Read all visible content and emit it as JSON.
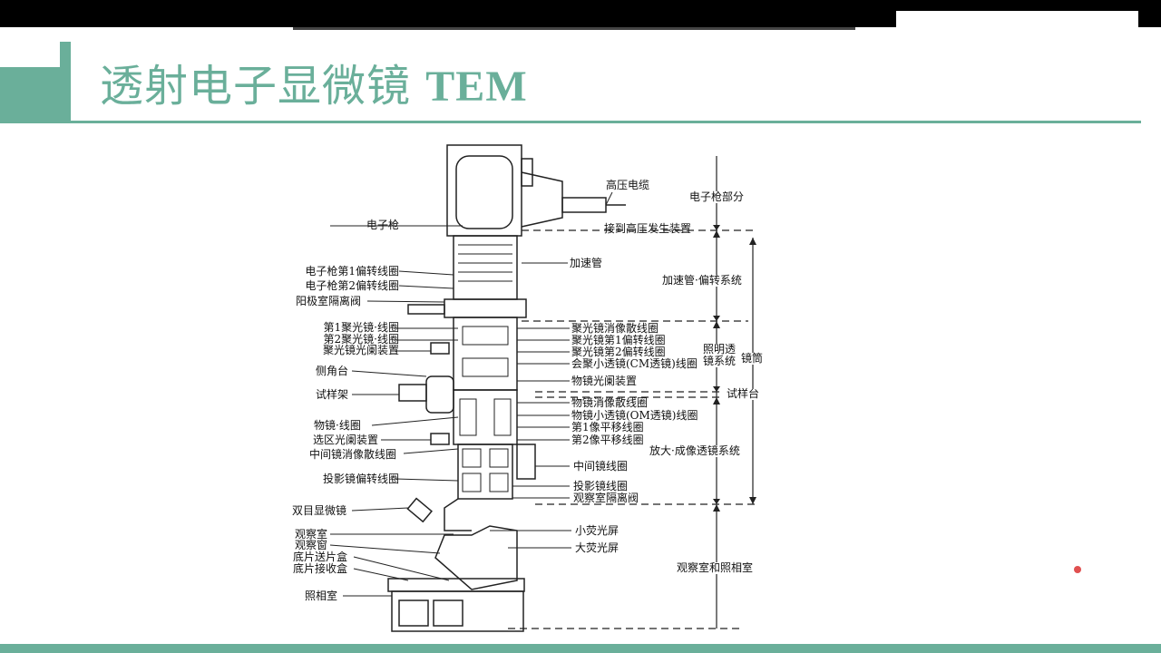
{
  "slide": {
    "title_cn": "透射电子显微镜",
    "title_en": "TEM"
  },
  "diagram": {
    "left_labels": [
      "电子枪",
      "电子枪第1偏转线圈",
      "电子枪第2偏转线圈",
      "阳极室隔离阀",
      "第1聚光镜·线圈",
      "第2聚光镜·线圈",
      "聚光镜光阑装置",
      "侧角台",
      "试样架",
      "物镜·线圈",
      "选区光阑装置",
      "中间镜消像散线圈",
      "投影镜偏转线圈",
      "双目显微镜",
      "观察室",
      "观察窗",
      "底片送片盒",
      "底片接收盒",
      "照相室"
    ],
    "right_labels": [
      "高压电缆",
      "接到高压发生装置",
      "加速管",
      "聚光镜消像散线圈",
      "聚光镜第1偏转线圈",
      "聚光镜第2偏转线圈",
      "会聚小透镜(CM透镜)线圈",
      "物镜光阑装置",
      "物镜消像散线圈",
      "物镜小透镜(OM透镜)线圈",
      "第1像平移线圈",
      "第2像平移线圈",
      "中间镜线圈",
      "投影镜线圈",
      "观察室隔离阀",
      "小荧光屏",
      "大荧光屏"
    ],
    "sections": [
      "电子枪部分",
      "加速管·偏转系统",
      "照明透",
      "镜系统",
      "镜筒",
      "试样台",
      "放大·成像透镜系统",
      "观察室和照相室"
    ]
  }
}
